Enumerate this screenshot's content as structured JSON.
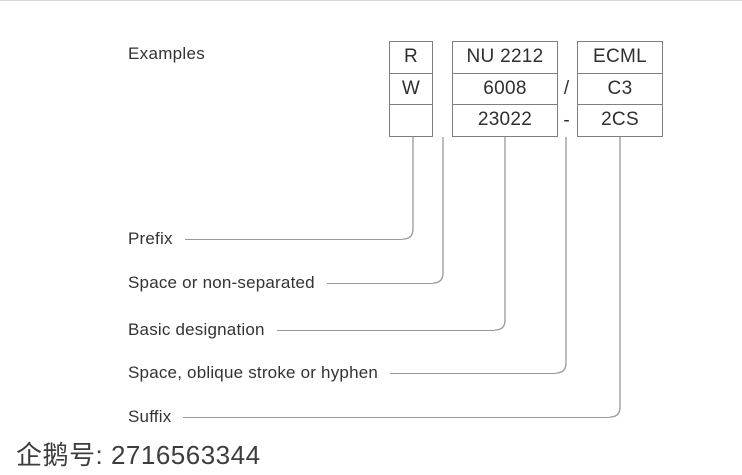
{
  "examples_label": "Examples",
  "columns": [
    {
      "name": "prefix-column",
      "cells": [
        "R",
        "W",
        ""
      ]
    },
    {
      "name": "basic-designation-column",
      "cells": [
        "NU 2212",
        "6008",
        "23022"
      ]
    },
    {
      "name": "suffix-column",
      "cells": [
        "ECML",
        "C3",
        "2CS"
      ]
    }
  ],
  "separators": {
    "slash": "/",
    "hyphen": "-"
  },
  "callouts": [
    {
      "label": "Prefix"
    },
    {
      "label": "Space or non-separated"
    },
    {
      "label": "Basic designation"
    },
    {
      "label": "Space, oblique stroke or hyphen"
    },
    {
      "label": "Suffix"
    }
  ],
  "watermark": "企鹅号: 2716563344",
  "colors": {
    "box_border": "#7f7f7f",
    "leader_line": "#999999",
    "text": "#333333",
    "watermark_text": "#3d3d3d"
  }
}
